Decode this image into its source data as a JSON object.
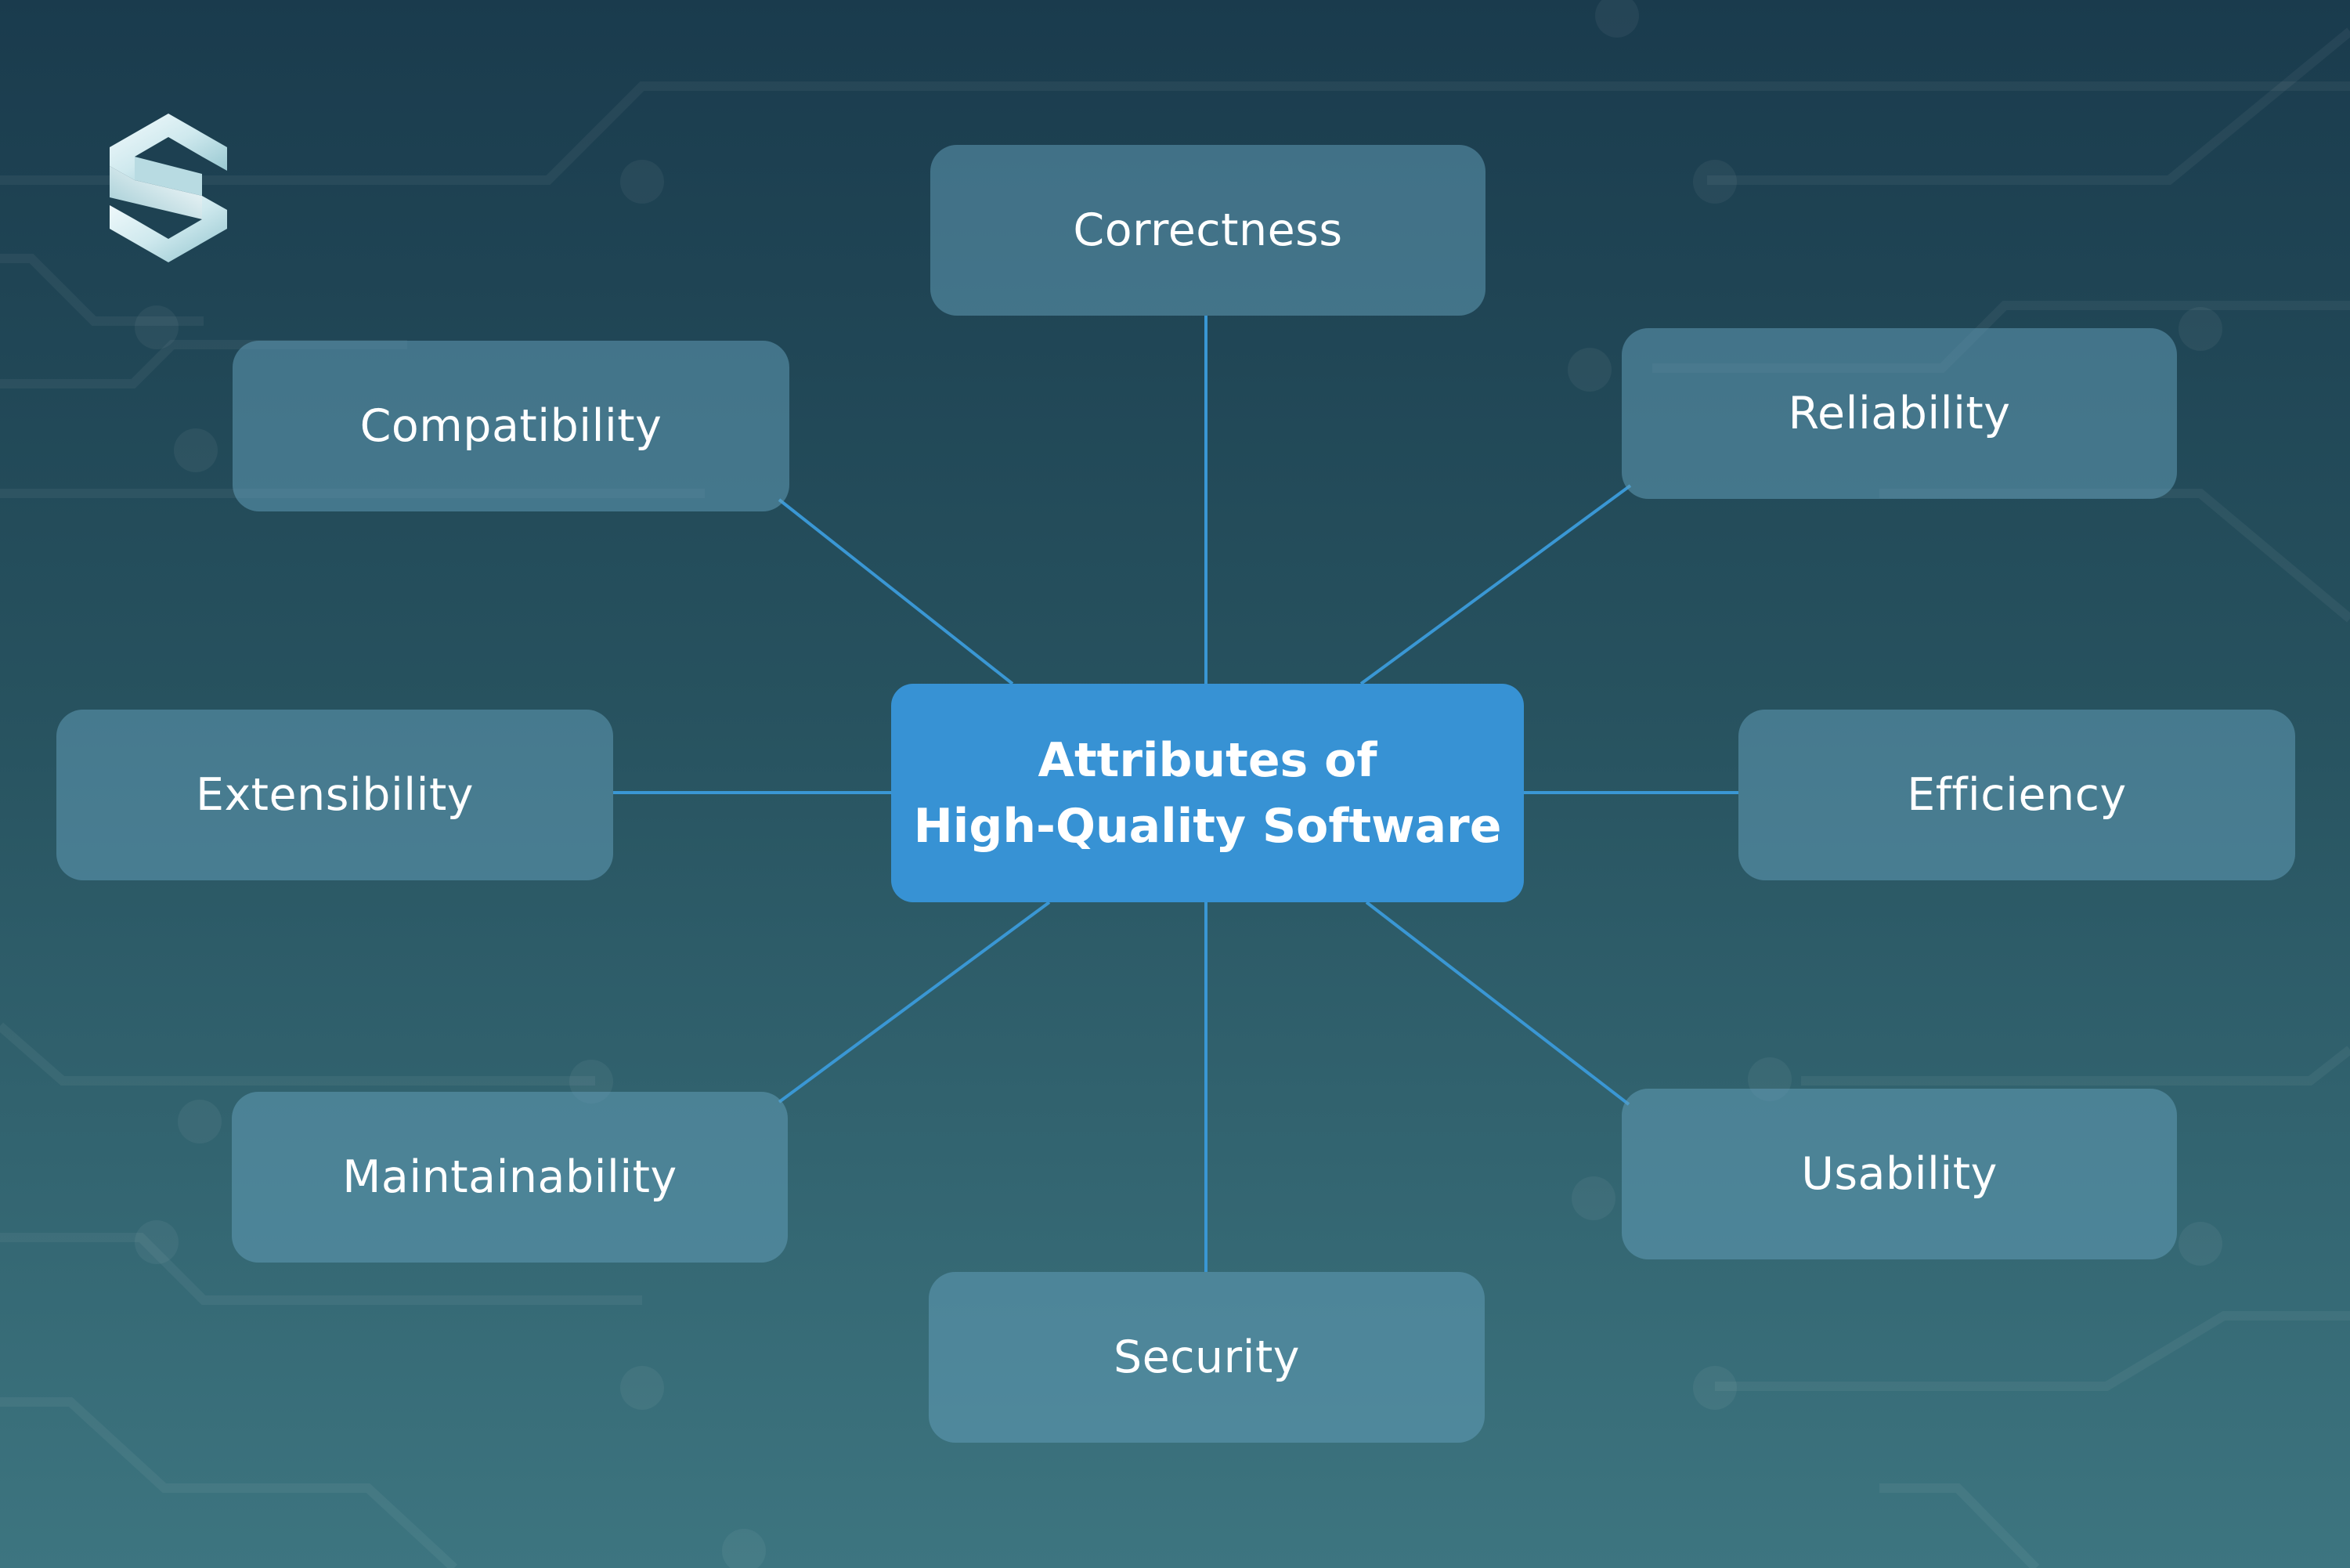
{
  "colors": {
    "center_fill": "#3792d4",
    "node_fill": "rgba(100,160,186,0.52)",
    "connector": "#3a97d4",
    "text": "#ffffff"
  },
  "logo": {
    "icon": "hexagon-s-logo-icon"
  },
  "center": {
    "line1": "Attributes of",
    "line2": "High-Quality Software"
  },
  "attributes": {
    "correctness": "Correctness",
    "reliability": "Reliability",
    "efficiency": "Efficiency",
    "usability": "Usability",
    "security": "Security",
    "maintainability": "Maintainability",
    "extensibility": "Extensibility",
    "compatibility": "Compatibility"
  }
}
